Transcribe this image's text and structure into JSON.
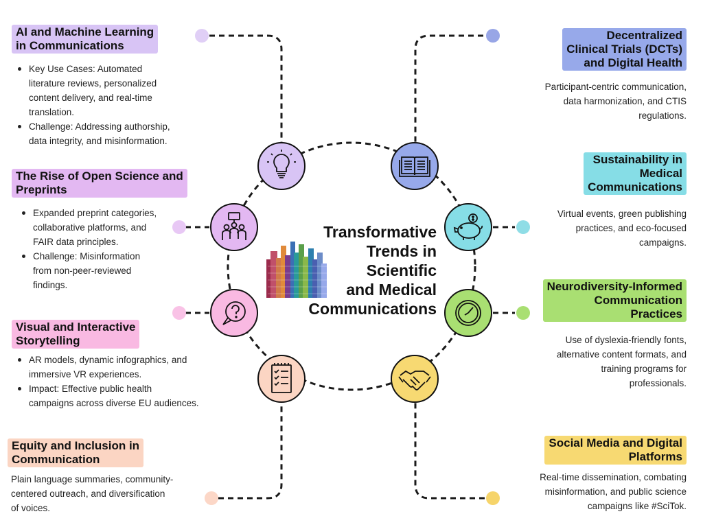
{
  "center": {
    "title_lines": [
      "Transformative",
      "Trends in",
      "Scientific",
      "and Medical",
      "Communications"
    ]
  },
  "colors": {
    "purple": "#d8c4f5",
    "violet": "#e3b8f2",
    "pink": "#f9b9e2",
    "peach": "#fbd5c3",
    "blue": "#97a9ea",
    "cyan": "#86dde6",
    "green": "#a9df72",
    "yellow": "#f7d972",
    "dot_purple": "#e0cff6",
    "dot_violet": "#e8c8f5",
    "dot_pink": "#f9c2e6",
    "dot_peach": "#fcd7c7",
    "dot_blue": "#98a6e6",
    "dot_cyan": "#8fdde6",
    "dot_green": "#a9df72",
    "dot_yellow": "#f6d46a"
  },
  "sections": {
    "ai": {
      "title_lines": [
        "AI and Machine Learning",
        "in Communications"
      ],
      "bullets": [
        [
          "Key Use Cases: Automated",
          "literature reviews, personalized",
          "content delivery, and real-time",
          "translation."
        ],
        [
          "Challenge: Addressing authorship,",
          "data integrity, and misinformation."
        ]
      ],
      "icon": "lightbulb-icon"
    },
    "open_science": {
      "title_lines": [
        "The Rise of Open Science and",
        "Preprints"
      ],
      "bullets": [
        [
          "Expanded preprint categories,",
          "collaborative platforms, and",
          "FAIR data principles."
        ],
        [
          "Challenge: Misinformation",
          "from non-peer-reviewed",
          "findings."
        ]
      ],
      "icon": "people-presentation-icon"
    },
    "visual": {
      "title_lines": [
        "Visual and Interactive",
        "Storytelling"
      ],
      "bullets": [
        [
          "AR models, dynamic infographics, and",
          "immersive VR experiences."
        ],
        [
          "Impact: Effective public health",
          "campaigns across diverse EU audiences."
        ]
      ],
      "icon": "question-bubble-icon"
    },
    "equity": {
      "title_lines": [
        "Equity and Inclusion in",
        "Communication"
      ],
      "text_lines": [
        "Plain language summaries, community-",
        "centered outreach, and diversification",
        "of voices."
      ],
      "icon": "checklist-icon"
    },
    "dct": {
      "title_lines": [
        "Decentralized",
        "Clinical Trials (DCTs)",
        "and Digital Health"
      ],
      "text_lines": [
        "Participant-centric communication,",
        "data harmonization, and CTIS",
        "regulations."
      ],
      "icon": "book-icon"
    },
    "sustainability": {
      "title_lines": [
        "Sustainability in",
        "Medical",
        "Communications"
      ],
      "text_lines": [
        "Virtual events, green publishing",
        "practices, and eco-focused",
        "campaigns."
      ],
      "icon": "piggy-bank-icon"
    },
    "neuro": {
      "title_lines": [
        "Neurodiversity-Informed",
        "Communication",
        "Practices"
      ],
      "text_lines": [
        "Use of dyslexia-friendly fonts,",
        "alternative content formats, and",
        "training programs for",
        "professionals."
      ],
      "icon": "clock-icon"
    },
    "social": {
      "title_lines": [
        "Social Media and Digital",
        "Platforms"
      ],
      "text_lines": [
        "Real-time dissemination, combating",
        "misinformation, and public science",
        "campaigns like #SciTok."
      ],
      "icon": "handshake-icon"
    }
  }
}
